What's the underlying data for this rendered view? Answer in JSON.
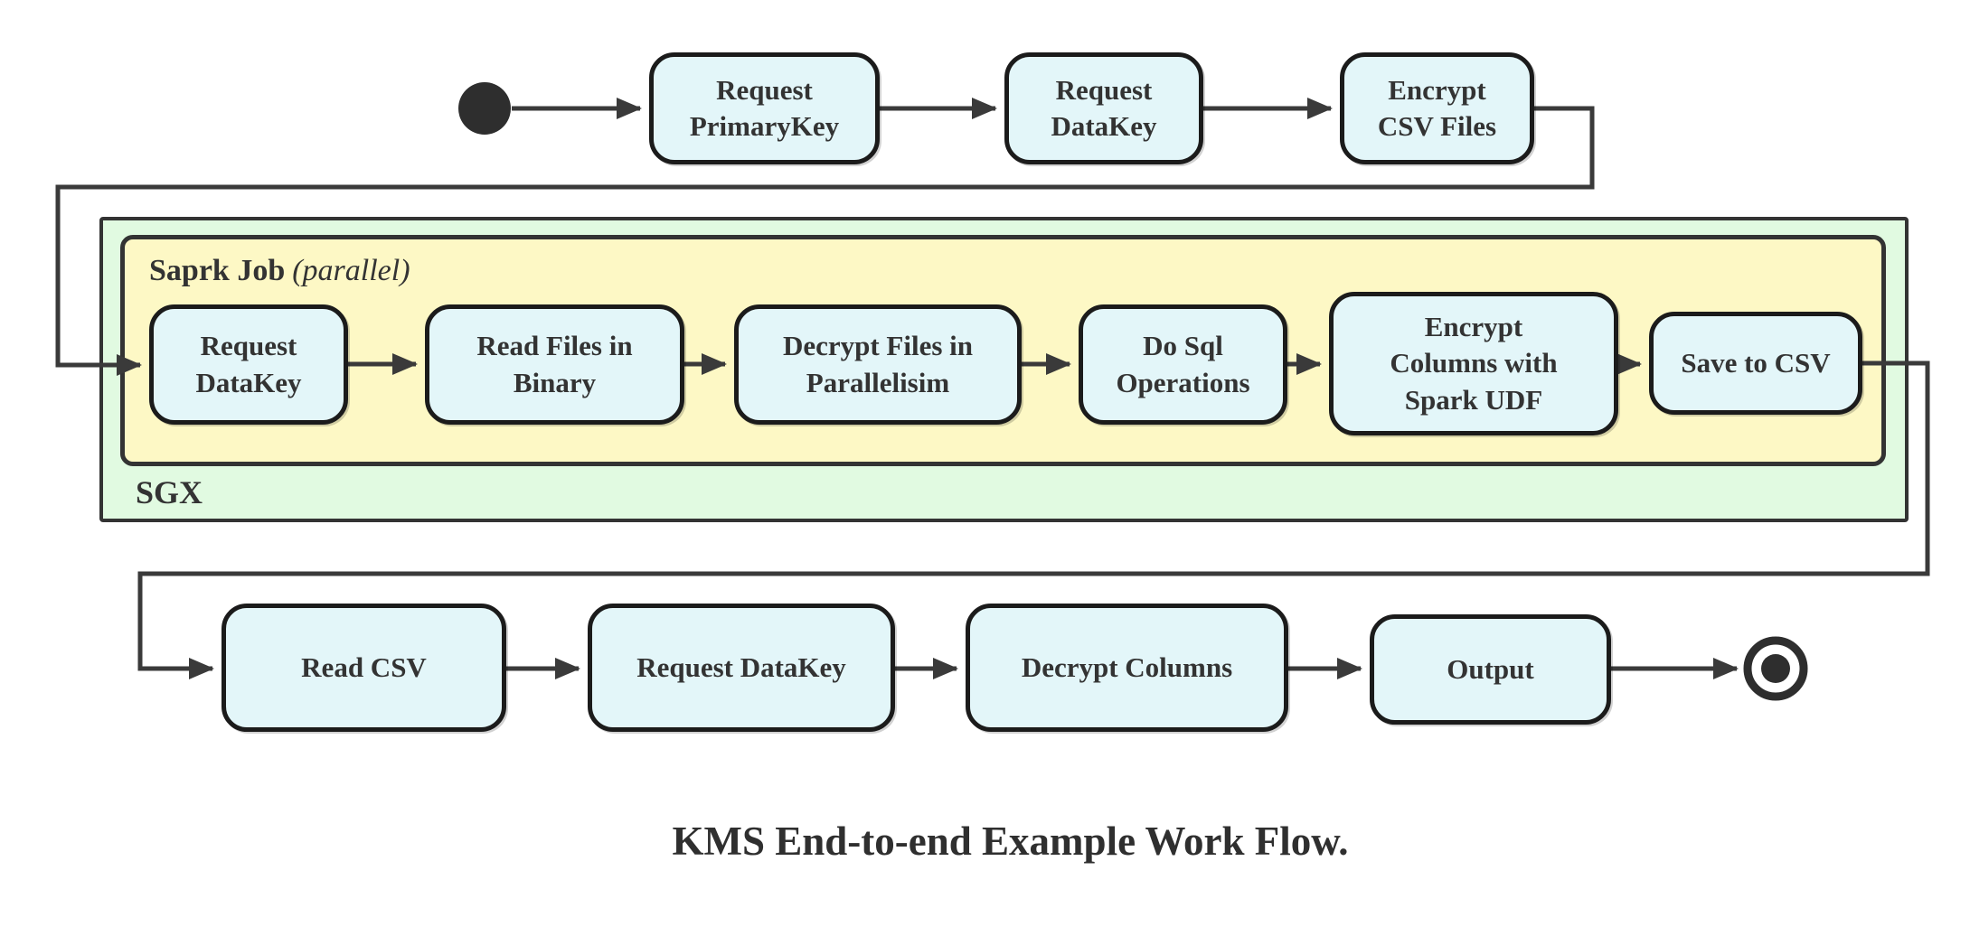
{
  "caption": "KMS End-to-end Example Work Flow.",
  "groups": {
    "sgx": {
      "label": "SGX"
    },
    "spark_job": {
      "label_bold": "Saprk Job",
      "label_italic": "(parallel)"
    }
  },
  "nodes": {
    "top": [
      {
        "label": "Request\nPrimaryKey"
      },
      {
        "label": "Request\nDataKey"
      },
      {
        "label": "Encrypt\nCSV Files"
      }
    ],
    "spark": [
      {
        "label": "Request\nDataKey"
      },
      {
        "label": "Read Files in\nBinary"
      },
      {
        "label": "Decrypt Files in\nParallelisim"
      },
      {
        "label": "Do Sql\nOperations"
      },
      {
        "label": "Encrypt\nColumns with\nSpark UDF"
      },
      {
        "label": "Save to CSV"
      }
    ],
    "bottom": [
      {
        "label": "Read CSV"
      },
      {
        "label": "Request DataKey"
      },
      {
        "label": "Decrypt Columns"
      },
      {
        "label": "Output"
      }
    ]
  },
  "terminals": {
    "start": "start",
    "end": "end"
  },
  "colors": {
    "node_fill": "#e3f6f9",
    "node_border": "#1b1b1b",
    "sgx_fill": "#e1fae1",
    "spark_fill": "#fdf8c5",
    "group_border": "#333333",
    "wire": "#3a3a3a",
    "text": "#333333"
  }
}
